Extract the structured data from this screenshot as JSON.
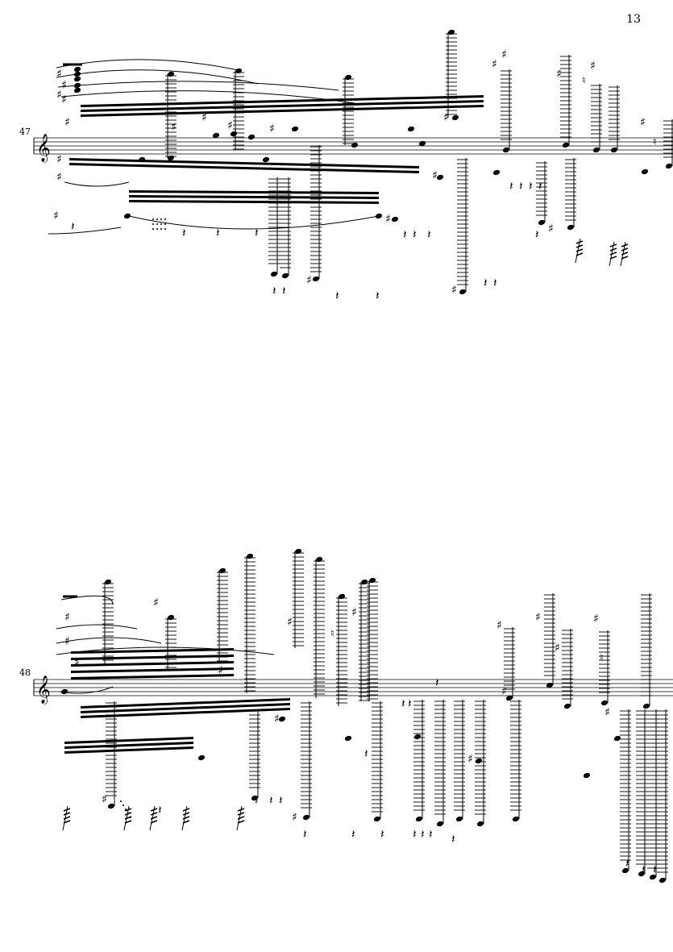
{
  "page": {
    "number": "13"
  },
  "systems": [
    {
      "measure_number": "47",
      "clef": "treble"
    },
    {
      "measure_number": "48",
      "clef": "treble"
    }
  ],
  "glyphs": {
    "sharp": "♯",
    "natural": "♮",
    "rest": "𝄽"
  },
  "colors": {
    "ink": "#000000",
    "paper": "#ffffff"
  }
}
